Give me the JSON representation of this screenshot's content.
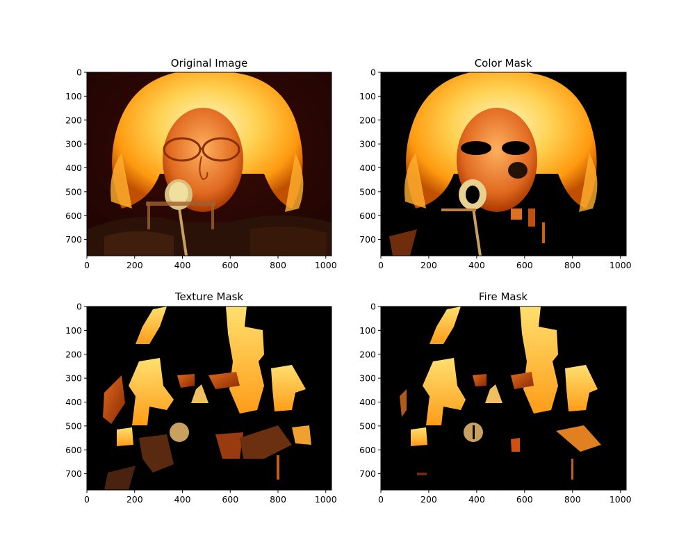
{
  "figure": {
    "panels": [
      {
        "id": "original",
        "title": "Original Image",
        "content": "photo of a man with long glowing blond hair and glasses singing into a microphone, warm orange lighting",
        "xticks": [
          "0",
          "200",
          "400",
          "600",
          "800",
          "1000"
        ],
        "yticks": [
          "0",
          "100",
          "200",
          "300",
          "400",
          "500",
          "600",
          "700"
        ]
      },
      {
        "id": "color",
        "title": "Color Mask",
        "content": "same photo with dark background removed; hair and face remain",
        "xticks": [
          "0",
          "200",
          "400",
          "600",
          "800",
          "1000"
        ],
        "yticks": [
          "0",
          "100",
          "200",
          "300",
          "400",
          "500",
          "600",
          "700"
        ]
      },
      {
        "id": "texture",
        "title": "Texture Mask",
        "content": "patchy blocks of the photo kept, rest black",
        "xticks": [
          "0",
          "200",
          "400",
          "600",
          "800",
          "1000"
        ],
        "yticks": [
          "0",
          "100",
          "200",
          "300",
          "400",
          "500",
          "600",
          "700"
        ]
      },
      {
        "id": "fire",
        "title": "Fire Mask",
        "content": "intersection of color and texture masks, sparse bright patches on black",
        "xticks": [
          "0",
          "200",
          "400",
          "600",
          "800",
          "1000"
        ],
        "yticks": [
          "0",
          "100",
          "200",
          "300",
          "400",
          "500",
          "600",
          "700"
        ]
      }
    ],
    "image_extent": {
      "x": [
        0,
        1024
      ],
      "y": [
        0,
        768
      ]
    },
    "colors": {
      "background": "#000000",
      "fire_core": "#fff2a0",
      "fire_mid": "#ffb020",
      "fire_edge": "#c84a00"
    }
  }
}
